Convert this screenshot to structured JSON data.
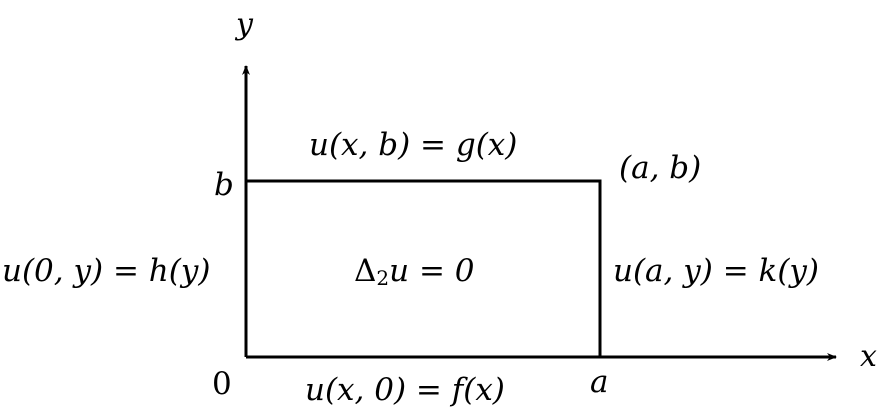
{
  "axes": {
    "x_label": "x",
    "y_label": "y"
  },
  "ticks": {
    "origin": "0",
    "x_end": "a",
    "y_end": "b"
  },
  "corner_label": "(a, b)",
  "boundary_conditions": {
    "top": "u(x, b) = g(x)",
    "bottom": "u(x, 0) = f(x)",
    "left": "u(0, y) = h(y)",
    "right": "u(a, y) = k(y)"
  },
  "equation": {
    "delta": "Δ",
    "subscript": "2",
    "rest": "u = 0"
  }
}
